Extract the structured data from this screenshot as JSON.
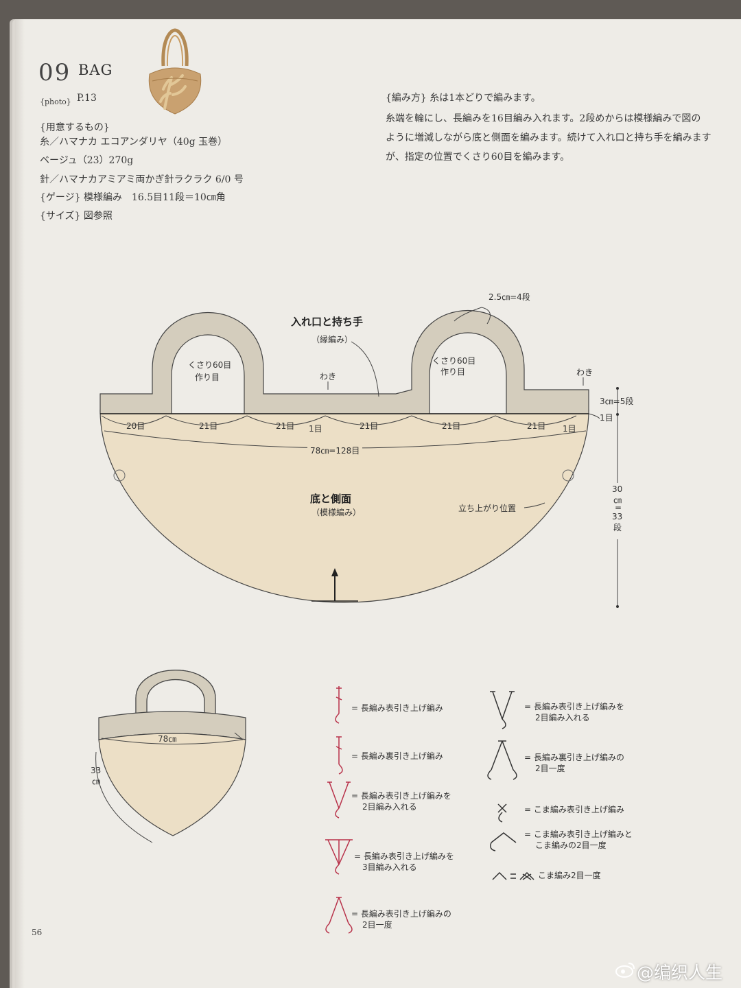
{
  "header": {
    "number": "09",
    "title": "BAG",
    "photo_label": "{photo}",
    "photo_page": "P.13"
  },
  "materials": {
    "heading": "{用意するもの}",
    "lines": [
      "糸／ハマナカ エコアンダリヤ（40g 玉巻）",
      "ベージュ（23）270g",
      "針／ハマナカアミアミ両かぎ針ラクラク 6/0 号",
      "{ゲージ} 模様編み　16.5目11段＝10㎝角",
      "{サイズ} 図参照"
    ]
  },
  "instructions": {
    "lines": [
      "{編み方} 糸は1本どりで編みます。",
      "糸端を輪にし、長編みを16目編み入れます。2段めからは模様編みで図の",
      "ように増減しながら底と側面を編みます。続けて入れ口と持ち手を編みます",
      "が、指定の位置でくさり60目を編みます。"
    ]
  },
  "diagram": {
    "opening_title": "入れ口と持ち手",
    "opening_sub": "（縁編み）",
    "handle_height": "2.5㎝=4段",
    "chain_left": [
      "くさり60目",
      "作り目"
    ],
    "chain_right": [
      "くさり60目",
      "作り目"
    ],
    "side_left": "わき",
    "side_right": "わき",
    "rim_height": "3㎝=5段",
    "one_row": "1目",
    "counts": [
      "20目",
      "21目",
      "21目",
      "1目",
      "21目",
      "21目",
      "21目",
      "1目"
    ],
    "width": "78㎝=128目",
    "body_title": "底と側面",
    "body_sub": "（模様編み）",
    "rise": "立ち上がり位置",
    "height_cm": "30",
    "height_unit": "㎝",
    "height_eq": "=",
    "height_rows": "33",
    "height_rows_unit": "段"
  },
  "finished": {
    "width": "78㎝",
    "height": "33",
    "height_unit": "㎝"
  },
  "legend": [
    {
      "text": [
        "= 長編み表引き上げ編み"
      ],
      "color": "#b8324a"
    },
    {
      "text": [
        "= 長編み裏引き上げ編み"
      ],
      "color": "#b8324a"
    },
    {
      "text": [
        "= 長編み表引き上げ編みを",
        "2目編み入れる"
      ],
      "color": "#b8324a"
    },
    {
      "text": [
        "= 長編み表引き上げ編みを",
        "3目編み入れる"
      ],
      "color": "#b8324a"
    },
    {
      "text": [
        "= 長編み表引き上げ編みの",
        "2目一度"
      ],
      "color": "#b8324a"
    },
    {
      "text": [
        "= 長編み表引き上げ編みを",
        "2目編み入れる"
      ],
      "color": "#333333"
    },
    {
      "text": [
        "= 長編み裏引き上げ編みの",
        "2目一度"
      ],
      "color": "#333333"
    },
    {
      "text": [
        "= こま編み表引き上げ編み"
      ],
      "color": "#333333"
    },
    {
      "text": [
        "= こま編み表引き上げ編みと",
        "こま編みの2目一度"
      ],
      "color": "#333333"
    },
    {
      "text": [
        "こま編み2目一度"
      ],
      "color": "#333333"
    }
  ],
  "page_number": "56",
  "watermark": "@编织人生",
  "colors": {
    "fabric": "#ecdfc6",
    "rim": "#d4cdbd",
    "outline": "#333333",
    "legend_red": "#b8324a"
  }
}
